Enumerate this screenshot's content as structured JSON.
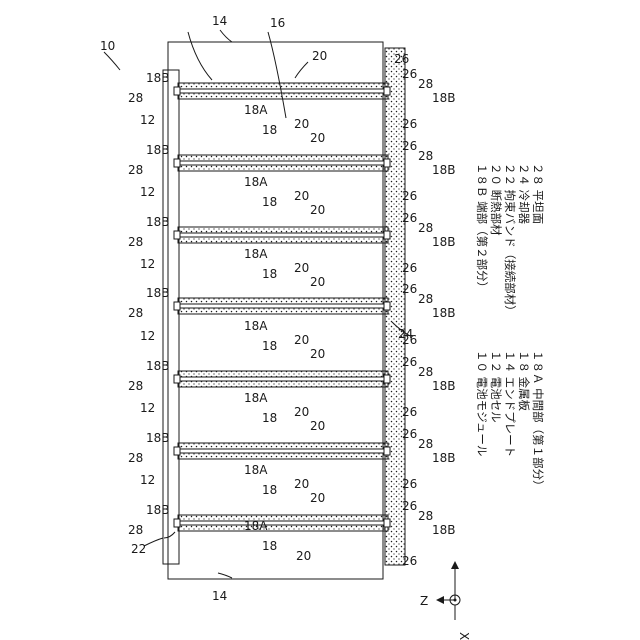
{
  "figure": {
    "module_ref": "10",
    "ref_12": "12",
    "ref_14": "14",
    "ref_16": "16",
    "ref_18": "18",
    "ref_18A": "18A",
    "ref_18B": "18B",
    "ref_20": "20",
    "ref_22": "22",
    "ref_24": "24",
    "ref_26": "26",
    "ref_28": "28"
  },
  "axes": {
    "z": "Z",
    "x": "X"
  },
  "legend": [
    "１０ 電池モジュール",
    "１２ 電池セル",
    "１４ エンドプレート",
    "１８ 金属板",
    "１８Ａ 中間部（第１部分）",
    "１８Ｂ 端部（第２部分）",
    "２０ 断熱部材",
    "２２ 拘束バンド（接続部材）",
    "２４ 冷却器",
    "２８ 平坦面"
  ],
  "colors": {
    "line": "#1a1a1a",
    "background": "#ffffff"
  }
}
